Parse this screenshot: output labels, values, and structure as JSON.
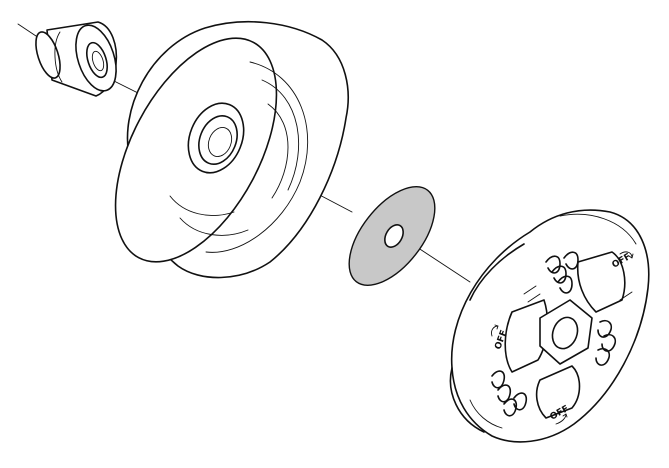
{
  "parts": [
    {
      "id": "needle-bearing",
      "icon": "needle-bearing-icon"
    },
    {
      "id": "clutch-drum",
      "icon": "clutch-drum-icon"
    },
    {
      "id": "washer",
      "icon": "washer-icon"
    },
    {
      "id": "centrifugal-clutch",
      "icon": "clutch-assembly-icon"
    }
  ],
  "markings": {
    "top": "OFF",
    "left": "OFF",
    "bottom": "OFF"
  },
  "colors": {
    "line": "#111111",
    "washer_fill": "#c8c8c8",
    "background": "#ffffff"
  }
}
